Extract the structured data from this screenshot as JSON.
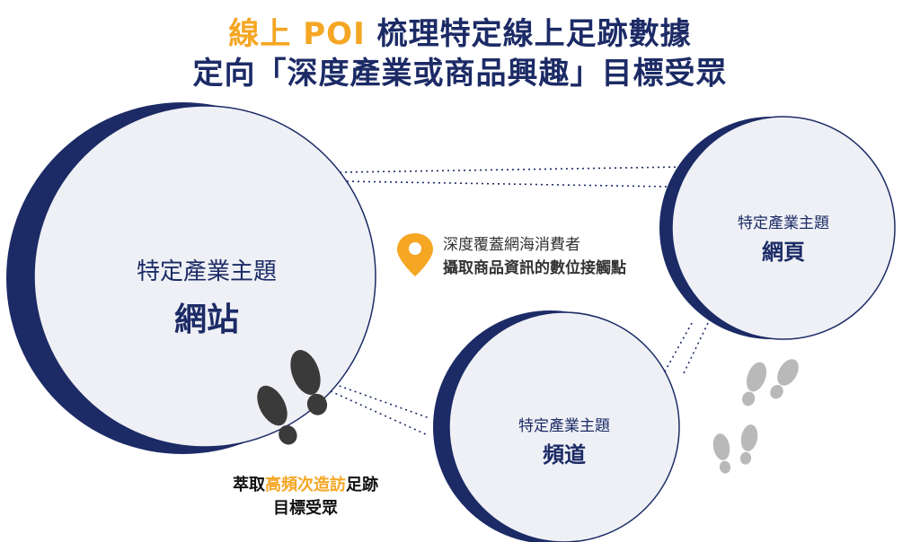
{
  "title": {
    "line1_accent": "線上 POI",
    "line1_rest": " 梳理特定線上足跡數據",
    "line2": "定向「深度產業或商品興趣」目標受眾"
  },
  "nodes": {
    "website": {
      "sub": "特定產業主題",
      "main": "網站"
    },
    "webpage": {
      "sub": "特定產業主題",
      "main": "網頁"
    },
    "channel": {
      "sub": "特定產業主題",
      "main": "頻道"
    }
  },
  "pin": {
    "line1": "深度覆蓋網海消費者",
    "line2": "攝取商品資訊的數位接觸點"
  },
  "caption": {
    "pre": "萃取",
    "highlight": "高頻次造訪",
    "post": "足跡",
    "line2": "目標受眾"
  },
  "colors": {
    "navy": "#1c2b66",
    "accent": "#f5a623",
    "circle_fill": "#eef0f5"
  }
}
